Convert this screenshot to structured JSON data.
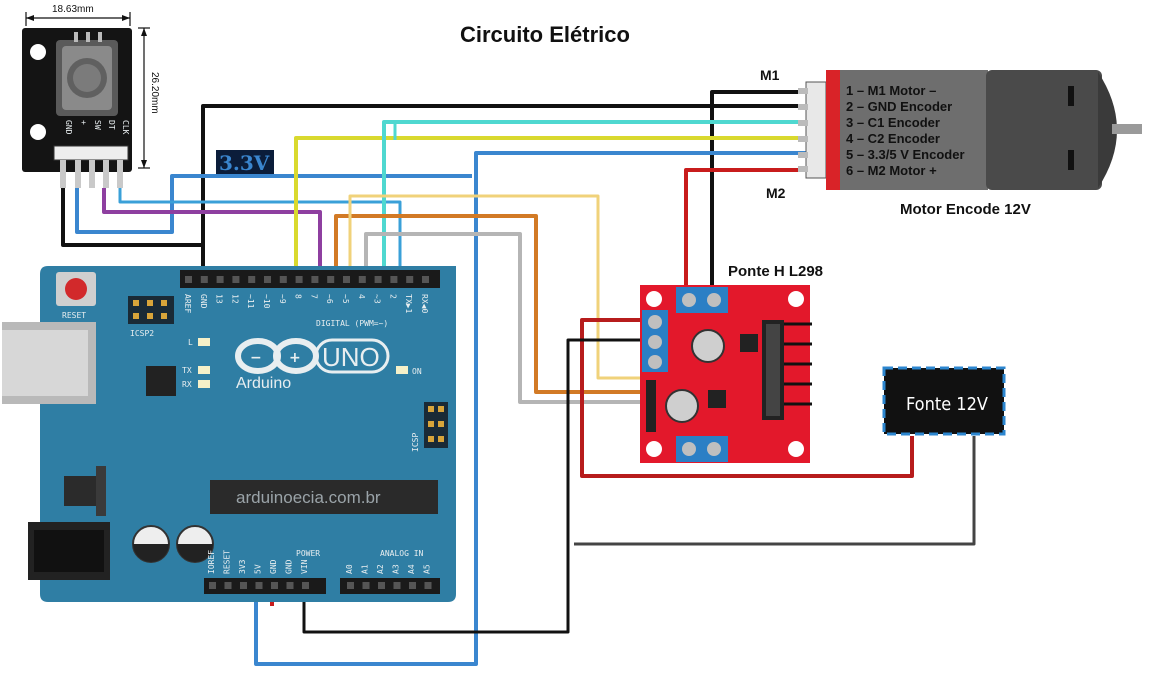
{
  "title": "Circuito Elétrico",
  "encoder_module": {
    "width_label": "18.63mm",
    "height_label": "26.20mm",
    "pins": [
      "GND",
      "+",
      "SW",
      "DT",
      "CLK"
    ]
  },
  "voltage_tag": "3.3V",
  "motor": {
    "label": "Motor Encode 12V",
    "m1_label": "M1",
    "m2_label": "M2",
    "pins": [
      "1 – M1 Motor –",
      "2 – GND Encoder",
      "3 – C1 Encoder",
      "4 – C2 Encoder",
      "5 – 3.3/5 V Encoder",
      "6 – M2 Motor +"
    ]
  },
  "h_bridge": {
    "label": "Ponte H L298"
  },
  "power_supply": {
    "label": "Fonte 12V"
  },
  "arduino": {
    "reset_label": "RESET",
    "icsp2_label": "ICSP2",
    "led_l": "L",
    "led_tx": "TX",
    "led_rx": "RX",
    "on_label": "ON",
    "uno_label": "UNO",
    "brand_label": "Arduino",
    "digital_label": "DIGITAL (PWM=~)",
    "icsp_label": "ICSP",
    "watermark": "arduinoecia.com.br",
    "power_label": "POWER",
    "analog_label": "ANALOG IN",
    "digital_pins": [
      "AREF",
      "GND",
      "13",
      "12",
      "~11",
      "~10",
      "~9",
      "8",
      "7",
      "~6",
      "~5",
      "4",
      "~3",
      "2",
      "TX▶1",
      "RX◀0"
    ],
    "power_pins": [
      "IOREF",
      "RESET",
      "3V3",
      "5V",
      "GND",
      "GND",
      "VIN"
    ],
    "analog_pins": [
      "A0",
      "A1",
      "A2",
      "A3",
      "A4",
      "A5"
    ]
  },
  "colors": {
    "board": "#2f7ea4",
    "bridge": "#e3182b",
    "wire_black": "#111111",
    "wire_blue": "#3a86cf",
    "wire_yellow": "#d9d92e",
    "wire_cyan": "#4fd8d0",
    "wire_purple": "#8e3fa0",
    "wire_orange": "#d27a25",
    "wire_gray": "#b5b5b5",
    "wire_lightyellow": "#f0d27a",
    "wire_red": "#c81c1c"
  }
}
